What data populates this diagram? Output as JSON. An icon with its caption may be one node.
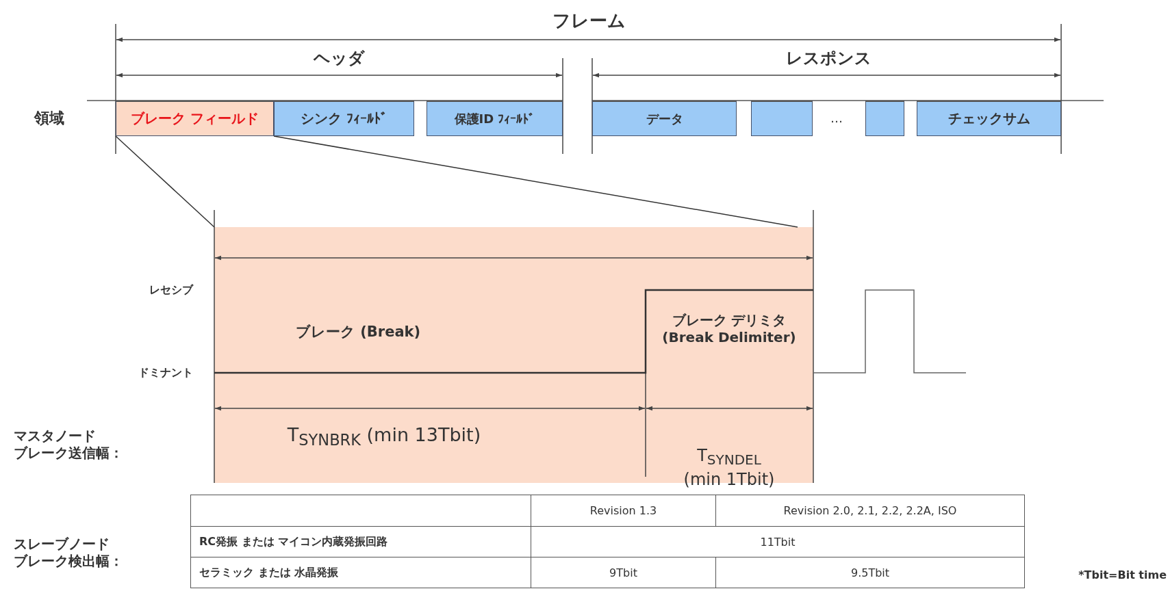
{
  "diagram": {
    "nodes": [
      {
        "text": [
          "ブレーク フィールド"
        ]
      },
      {
        "text": [
          "シンク ﾌｨｰﾙﾄﾞ"
        ]
      },
      {
        "text": [
          "保護ID ﾌｨｰﾙﾄﾞ"
        ]
      },
      {
        "text": [
          "データ"
        ]
      },
      {
        "text": [],
        "shape": "box"
      },
      {
        "text": [],
        "shape": "box"
      },
      {
        "text": [
          "チェックサム"
        ]
      },
      {
        "text": [],
        "shape": "box"
      }
    ],
    "edges": [
      {
        "from": 0,
        "to": 7,
        "arrow": "none"
      },
      {
        "from": 0,
        "to": 7,
        "arrow": "none"
      }
    ],
    "labels": [
      "フレーム",
      "ヘッダ",
      "レスポンス",
      "領域",
      "…",
      "レセシブ",
      "ドミナント",
      "ブレーク (Break)",
      "ブレーク デリミタ (Break Delimiter)",
      "T$_{SYNBRK}$ (min 13Tbit)",
      "T$_{SYNDEL}$ (min 1Tbit)",
      "マスタノードブレーク送信幅：",
      "Revision 1.3",
      "Revision 2.0, 2.1, 2.2, 2.2A, ISO",
      "スレーブノードブレーク検出幅：",
      "RC発振 または マイコン内蔵発振回路",
      "11Tbit",
      "セラミック または 水晶発振",
      "9Tbit",
      "9.5Tbit",
      "*Tbit=Bit time"
    ]
  }
}
